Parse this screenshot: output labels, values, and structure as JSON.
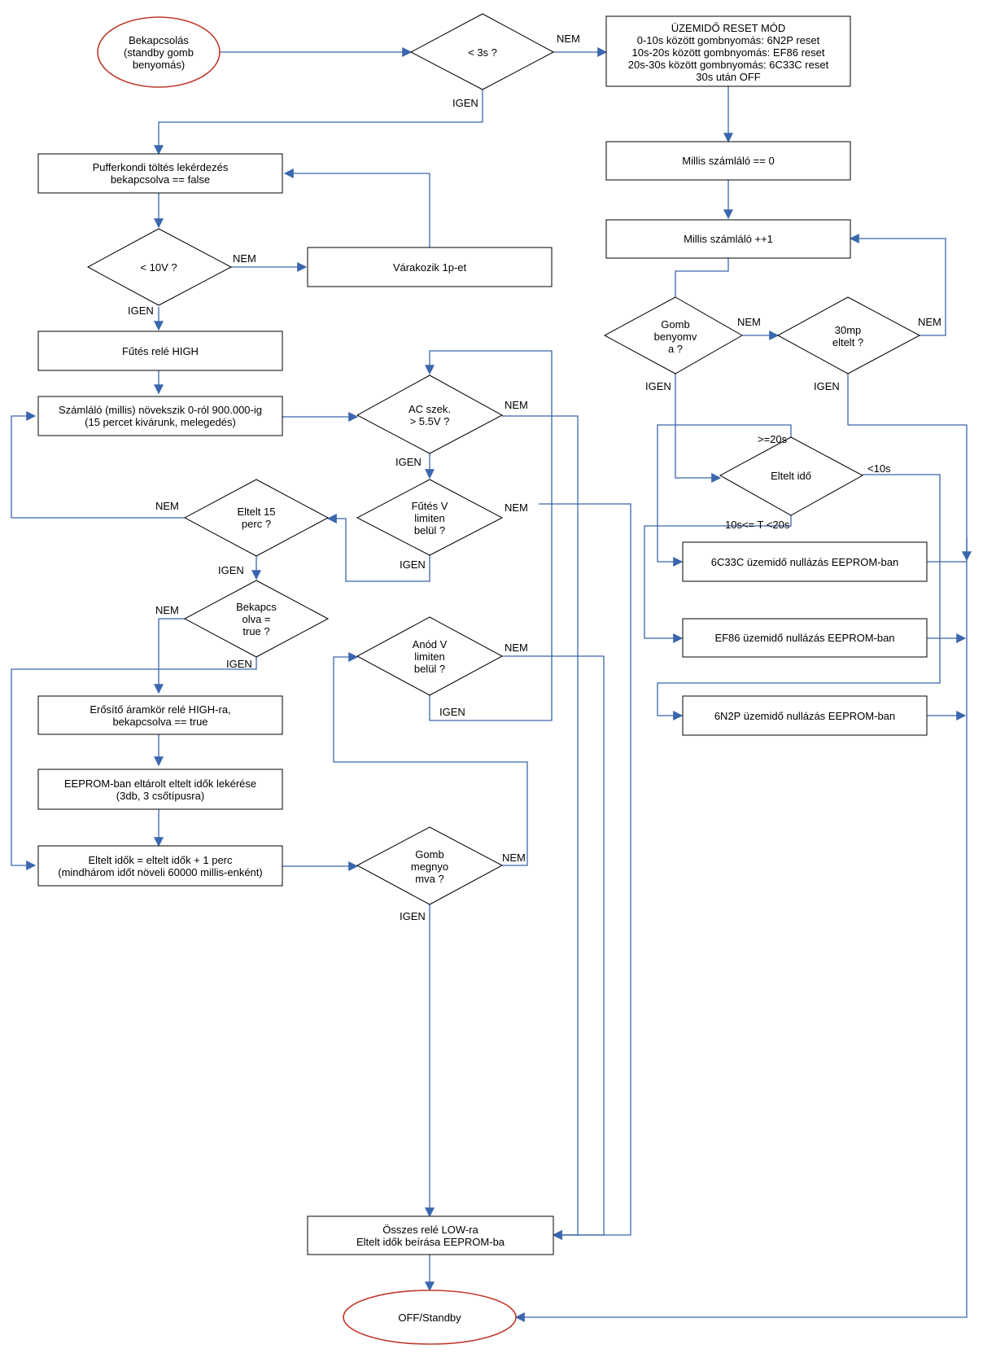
{
  "colors": {
    "arrow": "#3a66ad",
    "terminal_border": "#c0392b",
    "box_border": "#000000"
  },
  "terminals": {
    "start": "Bekapcsolás\n(standby gomb\nbenyomás)",
    "end": "OFF/Standby"
  },
  "boxes": {
    "reset_mode": "ÜZEMIDŐ RESET MÓD\n0-10s között gombnyomás: 6N2P reset\n10s-20s között gombnyomás: EF86 reset\n20s-30s között gombnyomás: 6C33C reset\n30s után OFF",
    "millis_zero": "Millis számláló == 0",
    "millis_inc": "Millis számláló ++1",
    "pufferkondi": "Pufferkondi töltés lekérdezés\nbekapcsolva == false",
    "varakozik": "Várakozik 1p-et",
    "futes_high": "Fűtés relé HIGH",
    "szamlalo": "Számláló (millis) növekszik 0-ról 900.000-ig\n(15 percet kivárunk, melegedés)",
    "erosito": "Erősítő áramkör relé HIGH-ra,\nbekapcsolva == true",
    "eeprom_read": "EEPROM-ban eltárolt eltelt idők lekérése\n(3db, 3 csőtípusra)",
    "eltelt_update": "Eltelt idők = eltelt idők + 1 perc\n(mindhárom időt növeli 60000 millis-enként)",
    "osszes_rele": "Összes relé LOW-ra\nEltelt idők beírása EEPROM-ba",
    "reset_6c33c": "6C33C üzemidő nullázás EEPROM-ban",
    "reset_ef86": "EF86 üzemidő nullázás EEPROM-ban",
    "reset_6n2p": "6N2P üzemidő nullázás EEPROM-ban"
  },
  "decisions": {
    "lt3s": "< 3s ?",
    "lt10v": "< 10V ?",
    "ac_szek": "AC szek.\n> 5.5V ?",
    "futes_v": "Fűtés V\nlimiten\nbelül ?",
    "eltelt15": "Eltelt 15\nperc ?",
    "bekapcsolva": "Bekapcs\nolva =\ntrue ?",
    "anod_v": "Anód V\nlimiten\nbelül ?",
    "gomb_megnyomva": "Gomb\nmegnyo\nmva ?",
    "gomb_benyomva": "Gomb\nbenyomv\na ?",
    "mp30": "30mp\neltelt ?",
    "eltelt_ido": "Eltelt idő"
  },
  "labels": {
    "lt3s_nem": "NEM",
    "lt3s_igen": "IGEN",
    "lt10v_nem": "NEM",
    "lt10v_igen": "IGEN",
    "ac_nem": "NEM",
    "ac_igen": "IGEN",
    "futes_nem": "NEM",
    "futes_igen": "IGEN",
    "eltelt15_nem": "NEM",
    "eltelt15_igen": "IGEN",
    "bekapcs_nem": "NEM",
    "bekapcs_igen": "IGEN",
    "anod_nem": "NEM",
    "anod_igen": "IGEN",
    "gomb_m_nem": "NEM",
    "gomb_m_igen": "IGEN",
    "gomb_b_nem": "NEM",
    "gomb_b_igen": "IGEN",
    "mp30_nem": "NEM",
    "mp30_igen": "IGEN",
    "ge20": ">=20s",
    "lt10": "<10s",
    "between": "10s<= T <20s"
  }
}
